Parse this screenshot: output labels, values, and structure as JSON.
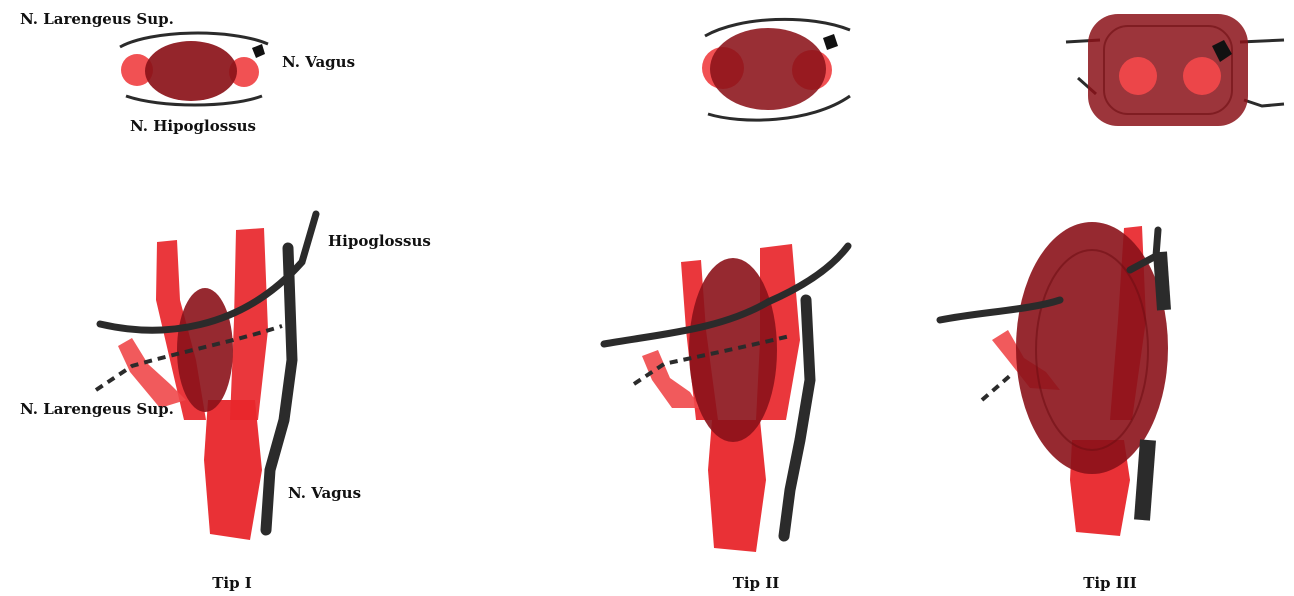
{
  "labels": {
    "top_sup_laryngeal": "N. Larengeus Sup.",
    "top_vagus": "N. Vagus",
    "top_hypoglossus": "N. Hipoglossus",
    "bottom_hypoglossus": "Hipoglossus",
    "bottom_sup_laryngeal": "N. Larengeus Sup.",
    "bottom_vagus": "N. Vagus"
  },
  "captions": {
    "type1": "Tip I",
    "type2": "Tip II",
    "type3": "Tip III"
  },
  "colors": {
    "artery": "#e8262b",
    "artery_light": "#f0484a",
    "tumor": "#8b1219",
    "tumor_dark": "#6e0d12",
    "nerve": "#2b2b2b"
  }
}
